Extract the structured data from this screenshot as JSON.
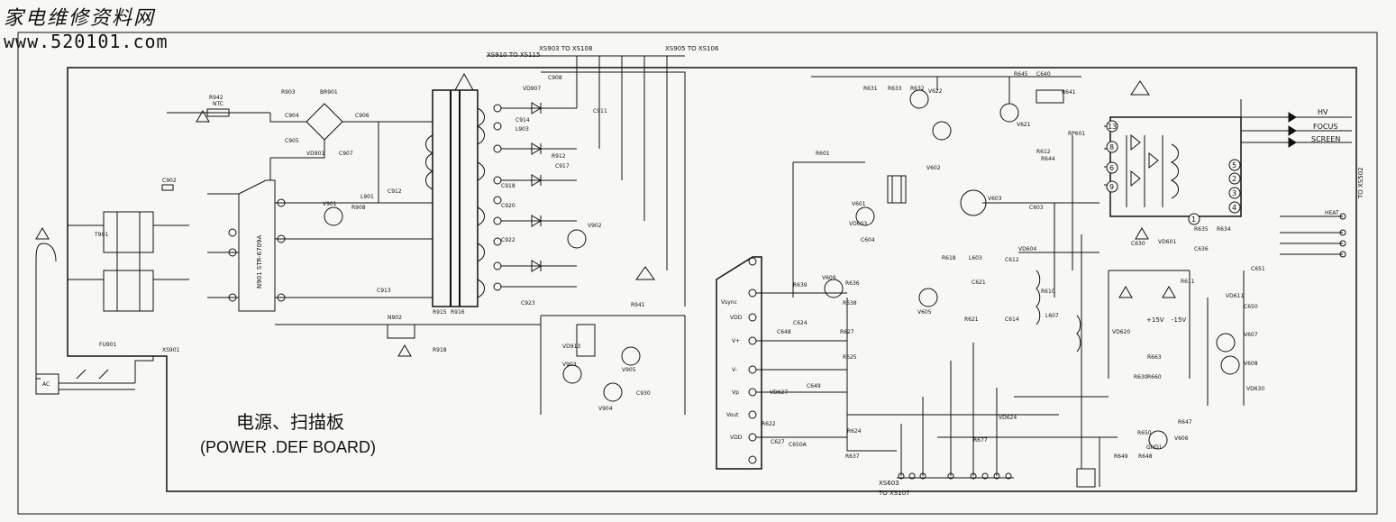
{
  "watermark": {
    "site_name_cn": "家电维修资料网",
    "site_url": "www.520101.com"
  },
  "board": {
    "title_cn": "电源、扫描板",
    "title_en": "(POWER .DEF BOARD)"
  },
  "connectors": [
    {
      "id": "xs910",
      "text": "XS910  TO XS115"
    },
    {
      "id": "xs903",
      "text": "XS903  TO XS108"
    },
    {
      "id": "xs905",
      "text": "XS905  TO XS106"
    },
    {
      "id": "xs502",
      "text": "TO XS502"
    },
    {
      "id": "xs603",
      "text": "XS603"
    },
    {
      "id": "xs107",
      "text": "TO XS107"
    }
  ],
  "fbt_outputs": [
    "HV",
    "FOCUS",
    "SCREEN"
  ],
  "fbt_pins": [
    "13",
    "8",
    "6",
    "9",
    "5",
    "2",
    "3",
    "4",
    "1"
  ],
  "io_labels": [
    "Vsync",
    "VDD",
    "V+",
    "V-",
    "Vp",
    "Vout",
    "VDD"
  ],
  "ic_labels": [
    {
      "id": "n901",
      "text": "N901   STR-6709A"
    }
  ],
  "supply_labels": [
    "+15V",
    "-15V"
  ],
  "component_labels": [
    {
      "id": "r942",
      "text": "R942"
    },
    {
      "id": "ntc",
      "text": "NTC"
    },
    {
      "id": "r903",
      "text": "R903"
    },
    {
      "id": "br901",
      "text": "BR901"
    },
    {
      "id": "c904",
      "text": "C904"
    },
    {
      "id": "c906",
      "text": "C906"
    },
    {
      "id": "c905",
      "text": "C905"
    },
    {
      "id": "c907",
      "text": "C907"
    },
    {
      "id": "vd901",
      "text": "VD901"
    },
    {
      "id": "c902",
      "text": "C902"
    },
    {
      "id": "t901",
      "text": "T901"
    },
    {
      "id": "r908",
      "text": "R908"
    },
    {
      "id": "c912",
      "text": "C912"
    },
    {
      "id": "l901",
      "text": "L901"
    },
    {
      "id": "v901",
      "text": "V901"
    },
    {
      "id": "c913",
      "text": "C913"
    },
    {
      "id": "c908",
      "text": "C908"
    },
    {
      "id": "vd907",
      "text": "VD907"
    },
    {
      "id": "c911",
      "text": "C911"
    },
    {
      "id": "c914",
      "text": "C914"
    },
    {
      "id": "l903",
      "text": "L903"
    },
    {
      "id": "r912",
      "text": "R912"
    },
    {
      "id": "c917",
      "text": "C917"
    },
    {
      "id": "c918",
      "text": "C918"
    },
    {
      "id": "c920",
      "text": "C920"
    },
    {
      "id": "c922",
      "text": "C922"
    },
    {
      "id": "c923",
      "text": "C923"
    },
    {
      "id": "v902",
      "text": "V902"
    },
    {
      "id": "v903",
      "text": "V903"
    },
    {
      "id": "v904",
      "text": "V904"
    },
    {
      "id": "v905",
      "text": "V905"
    },
    {
      "id": "vd913",
      "text": "VD913"
    },
    {
      "id": "n902",
      "text": "N902"
    },
    {
      "id": "r915",
      "text": "R915"
    },
    {
      "id": "r916",
      "text": "R916"
    },
    {
      "id": "r918",
      "text": "R918"
    },
    {
      "id": "c930",
      "text": "C930"
    },
    {
      "id": "r941",
      "text": "R941"
    },
    {
      "id": "r601",
      "text": "R601"
    },
    {
      "id": "v601",
      "text": "V601"
    },
    {
      "id": "v602",
      "text": "V602"
    },
    {
      "id": "r631",
      "text": "R631"
    },
    {
      "id": "r633",
      "text": "R633"
    },
    {
      "id": "v621",
      "text": "V621"
    },
    {
      "id": "v622",
      "text": "V622"
    },
    {
      "id": "r645",
      "text": "R645"
    },
    {
      "id": "c640",
      "text": "C640"
    },
    {
      "id": "r641",
      "text": "R641"
    },
    {
      "id": "r644",
      "text": "R644"
    },
    {
      "id": "r612",
      "text": "R612"
    },
    {
      "id": "rp601",
      "text": "RP601"
    },
    {
      "id": "r632",
      "text": "R632"
    },
    {
      "id": "vd603",
      "text": "VD603"
    },
    {
      "id": "c604",
      "text": "C604"
    },
    {
      "id": "v603",
      "text": "V603"
    },
    {
      "id": "c603",
      "text": "C603"
    },
    {
      "id": "vd604",
      "text": "VD604"
    },
    {
      "id": "r610",
      "text": "R610"
    },
    {
      "id": "c612",
      "text": "C612"
    },
    {
      "id": "l603",
      "text": "L603"
    },
    {
      "id": "l607",
      "text": "L607"
    },
    {
      "id": "r618",
      "text": "R618"
    },
    {
      "id": "v605",
      "text": "V605"
    },
    {
      "id": "r621",
      "text": "R621"
    },
    {
      "id": "c621",
      "text": "C621"
    },
    {
      "id": "c614",
      "text": "C614"
    },
    {
      "id": "v609",
      "text": "V609"
    },
    {
      "id": "r639",
      "text": "R639"
    },
    {
      "id": "r636",
      "text": "R636"
    },
    {
      "id": "r638",
      "text": "R638"
    },
    {
      "id": "c624",
      "text": "C624"
    },
    {
      "id": "r627",
      "text": "R627"
    },
    {
      "id": "c648",
      "text": "C648"
    },
    {
      "id": "r625",
      "text": "R625"
    },
    {
      "id": "c649",
      "text": "C649"
    },
    {
      "id": "vd627",
      "text": "VD627"
    },
    {
      "id": "r622",
      "text": "R622"
    },
    {
      "id": "c627",
      "text": "C627"
    },
    {
      "id": "r624",
      "text": "R624"
    },
    {
      "id": "c650a",
      "text": "C650A"
    },
    {
      "id": "r637",
      "text": "R637"
    },
    {
      "id": "r677",
      "text": "R677"
    },
    {
      "id": "vd624",
      "text": "VD624"
    },
    {
      "id": "r647",
      "text": "R647"
    },
    {
      "id": "v606",
      "text": "V606"
    },
    {
      "id": "r650",
      "text": "R650"
    },
    {
      "id": "r648",
      "text": "R648"
    },
    {
      "id": "r649",
      "text": "R649"
    },
    {
      "id": "r630",
      "text": "R630"
    },
    {
      "id": "vd630",
      "text": "VD630"
    },
    {
      "id": "c651",
      "text": "C651"
    },
    {
      "id": "vd601",
      "text": "VD601"
    },
    {
      "id": "c630",
      "text": "C630"
    },
    {
      "id": "c636",
      "text": "C636"
    },
    {
      "id": "r635",
      "text": "R635"
    },
    {
      "id": "r634",
      "text": "R634"
    },
    {
      "id": "vd611",
      "text": "VD611"
    },
    {
      "id": "c650",
      "text": "C650"
    },
    {
      "id": "v607",
      "text": "V607"
    },
    {
      "id": "v608",
      "text": "V608"
    },
    {
      "id": "vd620",
      "text": "VD620"
    },
    {
      "id": "r660",
      "text": "R660"
    },
    {
      "id": "r663",
      "text": "R663"
    },
    {
      "id": "r611",
      "text": "R611"
    },
    {
      "id": "gnd1",
      "text": "GND1"
    },
    {
      "id": "ac",
      "text": "AC"
    },
    {
      "id": "fu901",
      "text": "FU901"
    },
    {
      "id": "xs901",
      "text": "XS901"
    },
    {
      "id": "heat",
      "text": "HEAT"
    }
  ]
}
